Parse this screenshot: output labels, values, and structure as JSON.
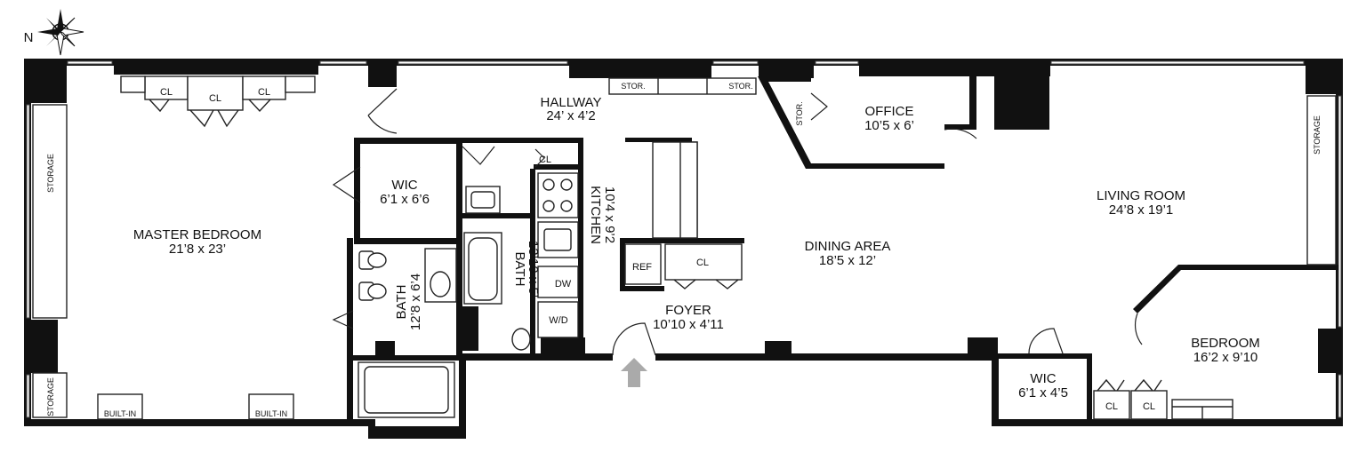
{
  "compass": {
    "north_label": "N"
  },
  "rooms": {
    "master_bedroom": {
      "name": "MASTER BEDROOM",
      "dims": "21’8 x 23’"
    },
    "hallway": {
      "name": "HALLWAY",
      "dims": "24’ x 4’2"
    },
    "wic_master": {
      "name": "WIC",
      "dims": "6’1 x 6’6"
    },
    "bath_master": {
      "name": "BATH",
      "dims": "12’8 x 6’4"
    },
    "bath_hall": {
      "name": "BATH",
      "dims": "13’10 x 5’"
    },
    "kitchen": {
      "name": "KITCHEN",
      "dims": "10’4 x 9’2"
    },
    "office": {
      "name": "OFFICE",
      "dims": "10’5 x 6’"
    },
    "dining_area": {
      "name": "DINING AREA",
      "dims": "18’5 x 12’"
    },
    "foyer": {
      "name": "FOYER",
      "dims": "10’10 x 4’11"
    },
    "living_room": {
      "name": "LIVING ROOM",
      "dims": "24’8 x 19’1"
    },
    "bedroom": {
      "name": "BEDROOM",
      "dims": "16’2 x 9’10"
    },
    "wic_bedroom": {
      "name": "WIC",
      "dims": "6’1 x 4’5"
    }
  },
  "fixtures": {
    "closet": "CL",
    "storage": "STORAGE",
    "stor": "STOR.",
    "built_in": "BUILT-IN",
    "refrigerator": "REF",
    "dishwasher": "DW",
    "washer_dryer": "W/D"
  },
  "colors": {
    "wall": "#111111",
    "entry_arrow": "#aaaaaa"
  }
}
